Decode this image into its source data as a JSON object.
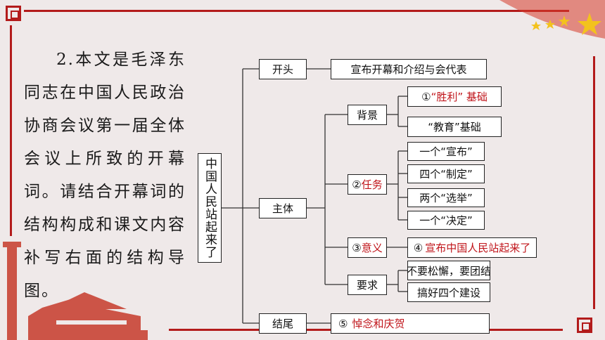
{
  "question": "2.本文是毛泽东同志在中国人民政治协商会议第一届全体会议上所致的开幕词。请结合开幕词的结构构成和课文内容补写右面的结构导图。",
  "root": "中国人民站起来了",
  "sections": {
    "opening": "开头",
    "body": "主体",
    "ending": "结尾"
  },
  "opening_detail": "宣布开幕和介绍与会代表",
  "body_branches": {
    "background": "背景",
    "task_prefix": "②",
    "task": "任务",
    "meaning_prefix": "③",
    "meaning": "意义",
    "requirement": "要求"
  },
  "background_items": {
    "item1_prefix": "①",
    "item1": "“胜利” 基础",
    "item2": "“教育”基础"
  },
  "task_items": [
    "一个“宣布”",
    "四个“制定”",
    "两个“选举”",
    "一个“决定”"
  ],
  "meaning_item_prefix": "④",
  "meaning_item": "宣布中国人民站起来了",
  "requirement_items": [
    "不要松懈，要团结",
    "搞好四个建设"
  ],
  "ending_detail_prefix": "⑤",
  "ending_detail": "悼念和庆贺",
  "colors": {
    "frame": "#b31b1b",
    "answer": "#c0141a",
    "background": "#efe9e9"
  }
}
